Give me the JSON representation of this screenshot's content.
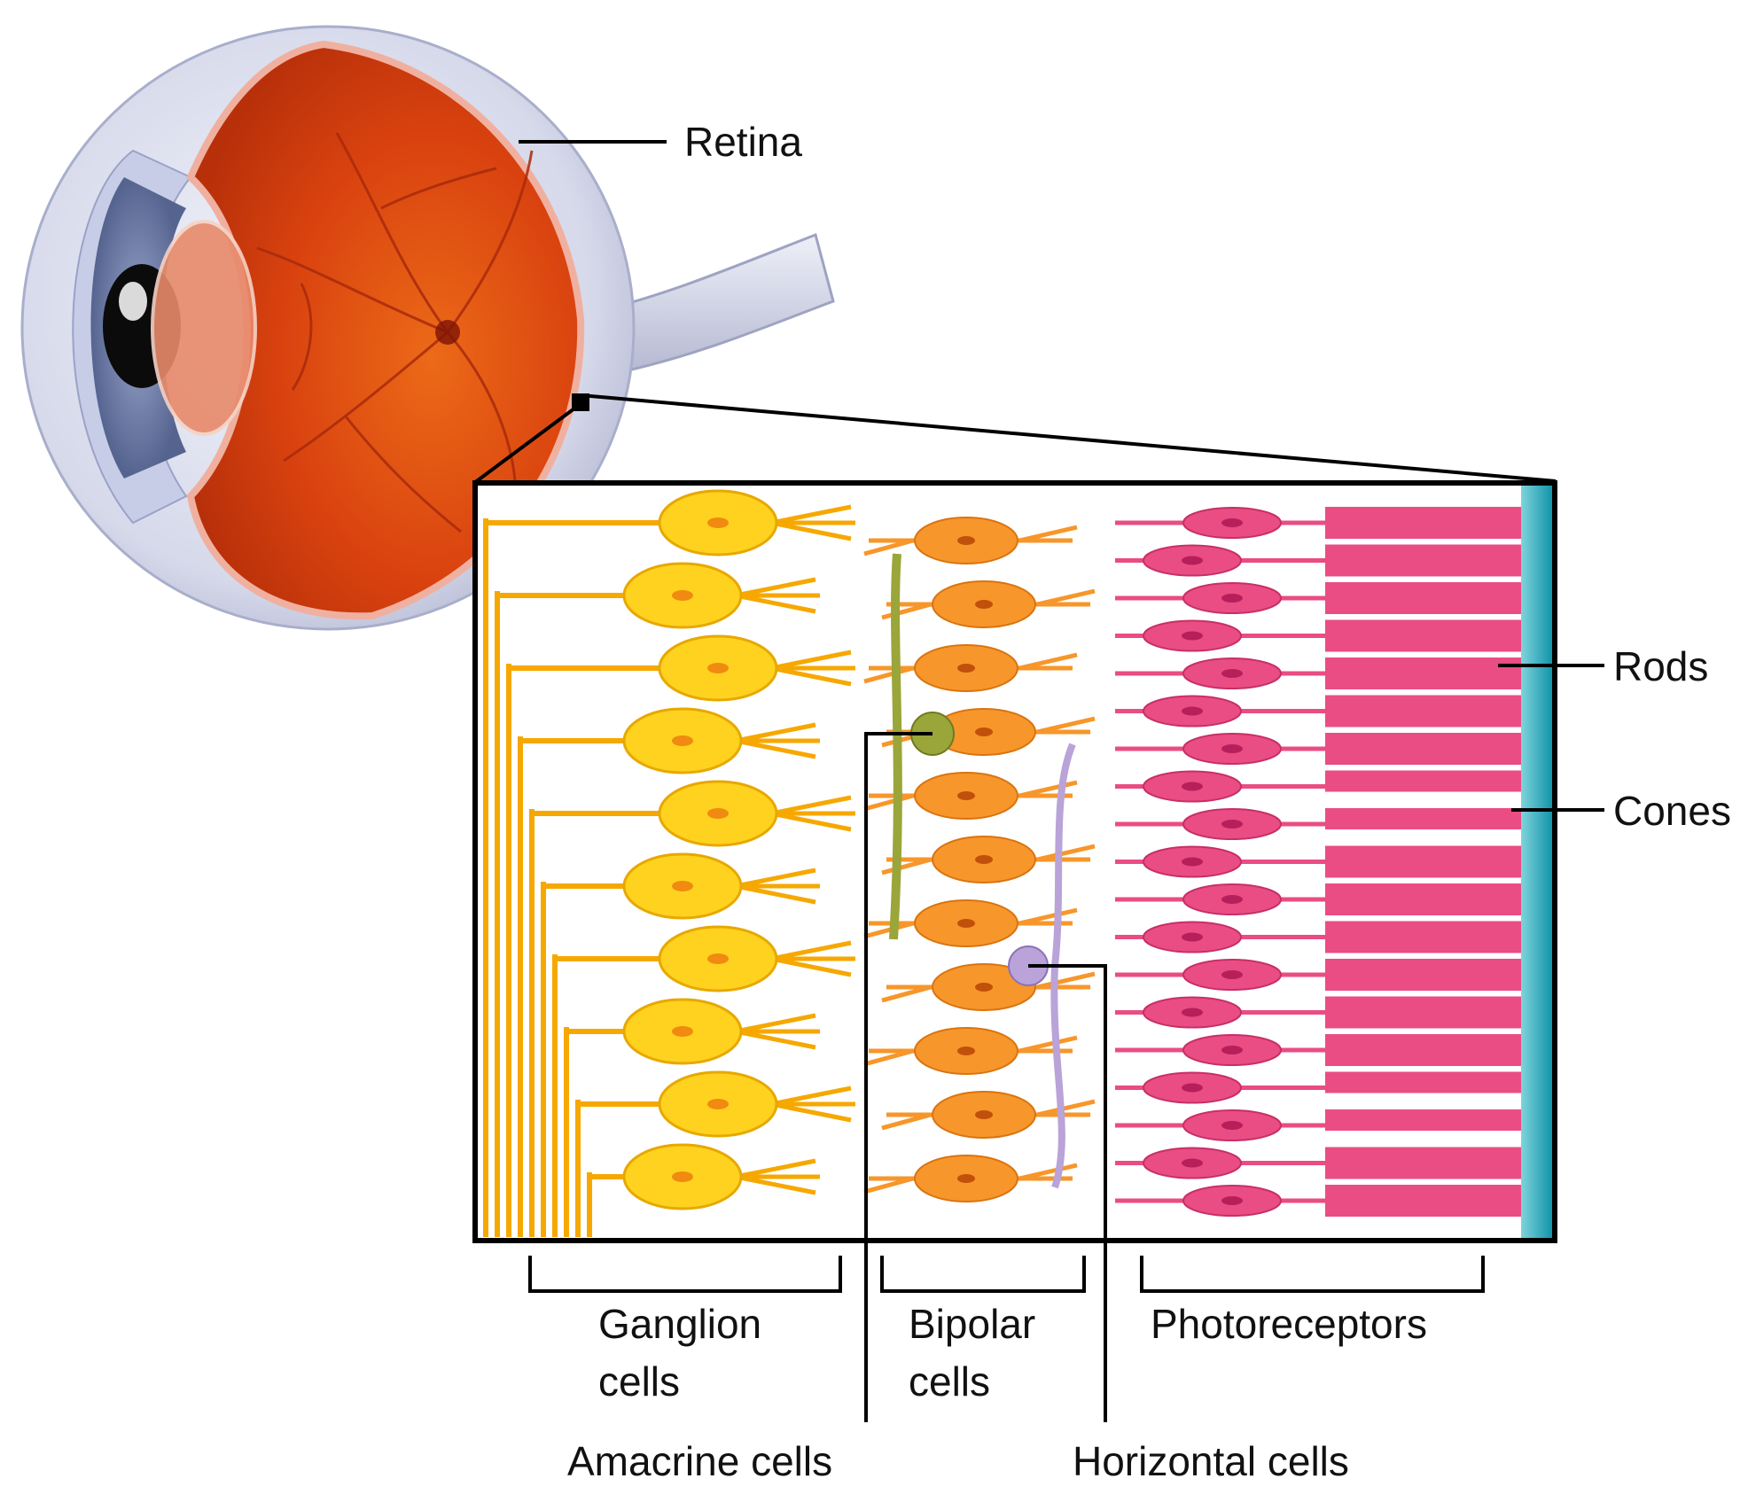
{
  "labels": {
    "retina": "Retina",
    "rods": "Rods",
    "cones": "Cones",
    "ganglion_line1": "Ganglion",
    "ganglion_line2": "cells",
    "bipolar_line1": "Bipolar",
    "bipolar_line2": "cells",
    "photoreceptors": "Photoreceptors",
    "amacrine": "Amacrine cells",
    "horizontal": "Horizontal cells"
  },
  "colors": {
    "sclera": "#cfd3e6",
    "retina_red": "#d9400f",
    "iris": "#6f7fb0",
    "pupil": "#0b0b0b",
    "ganglion": "#ffd21f",
    "ganglion_nucleus": "#f08a10",
    "axon": "#f6a800",
    "bipolar": "#f7962a",
    "amacrine": "#9aa53a",
    "horizontal": "#b9a3d8",
    "photoreceptor": "#ea4c84",
    "pigment": "#1aa6b8"
  },
  "icons": {
    "eyeball": "eyeball-cross-section-icon",
    "optic_nerve": "optic-nerve-icon"
  }
}
